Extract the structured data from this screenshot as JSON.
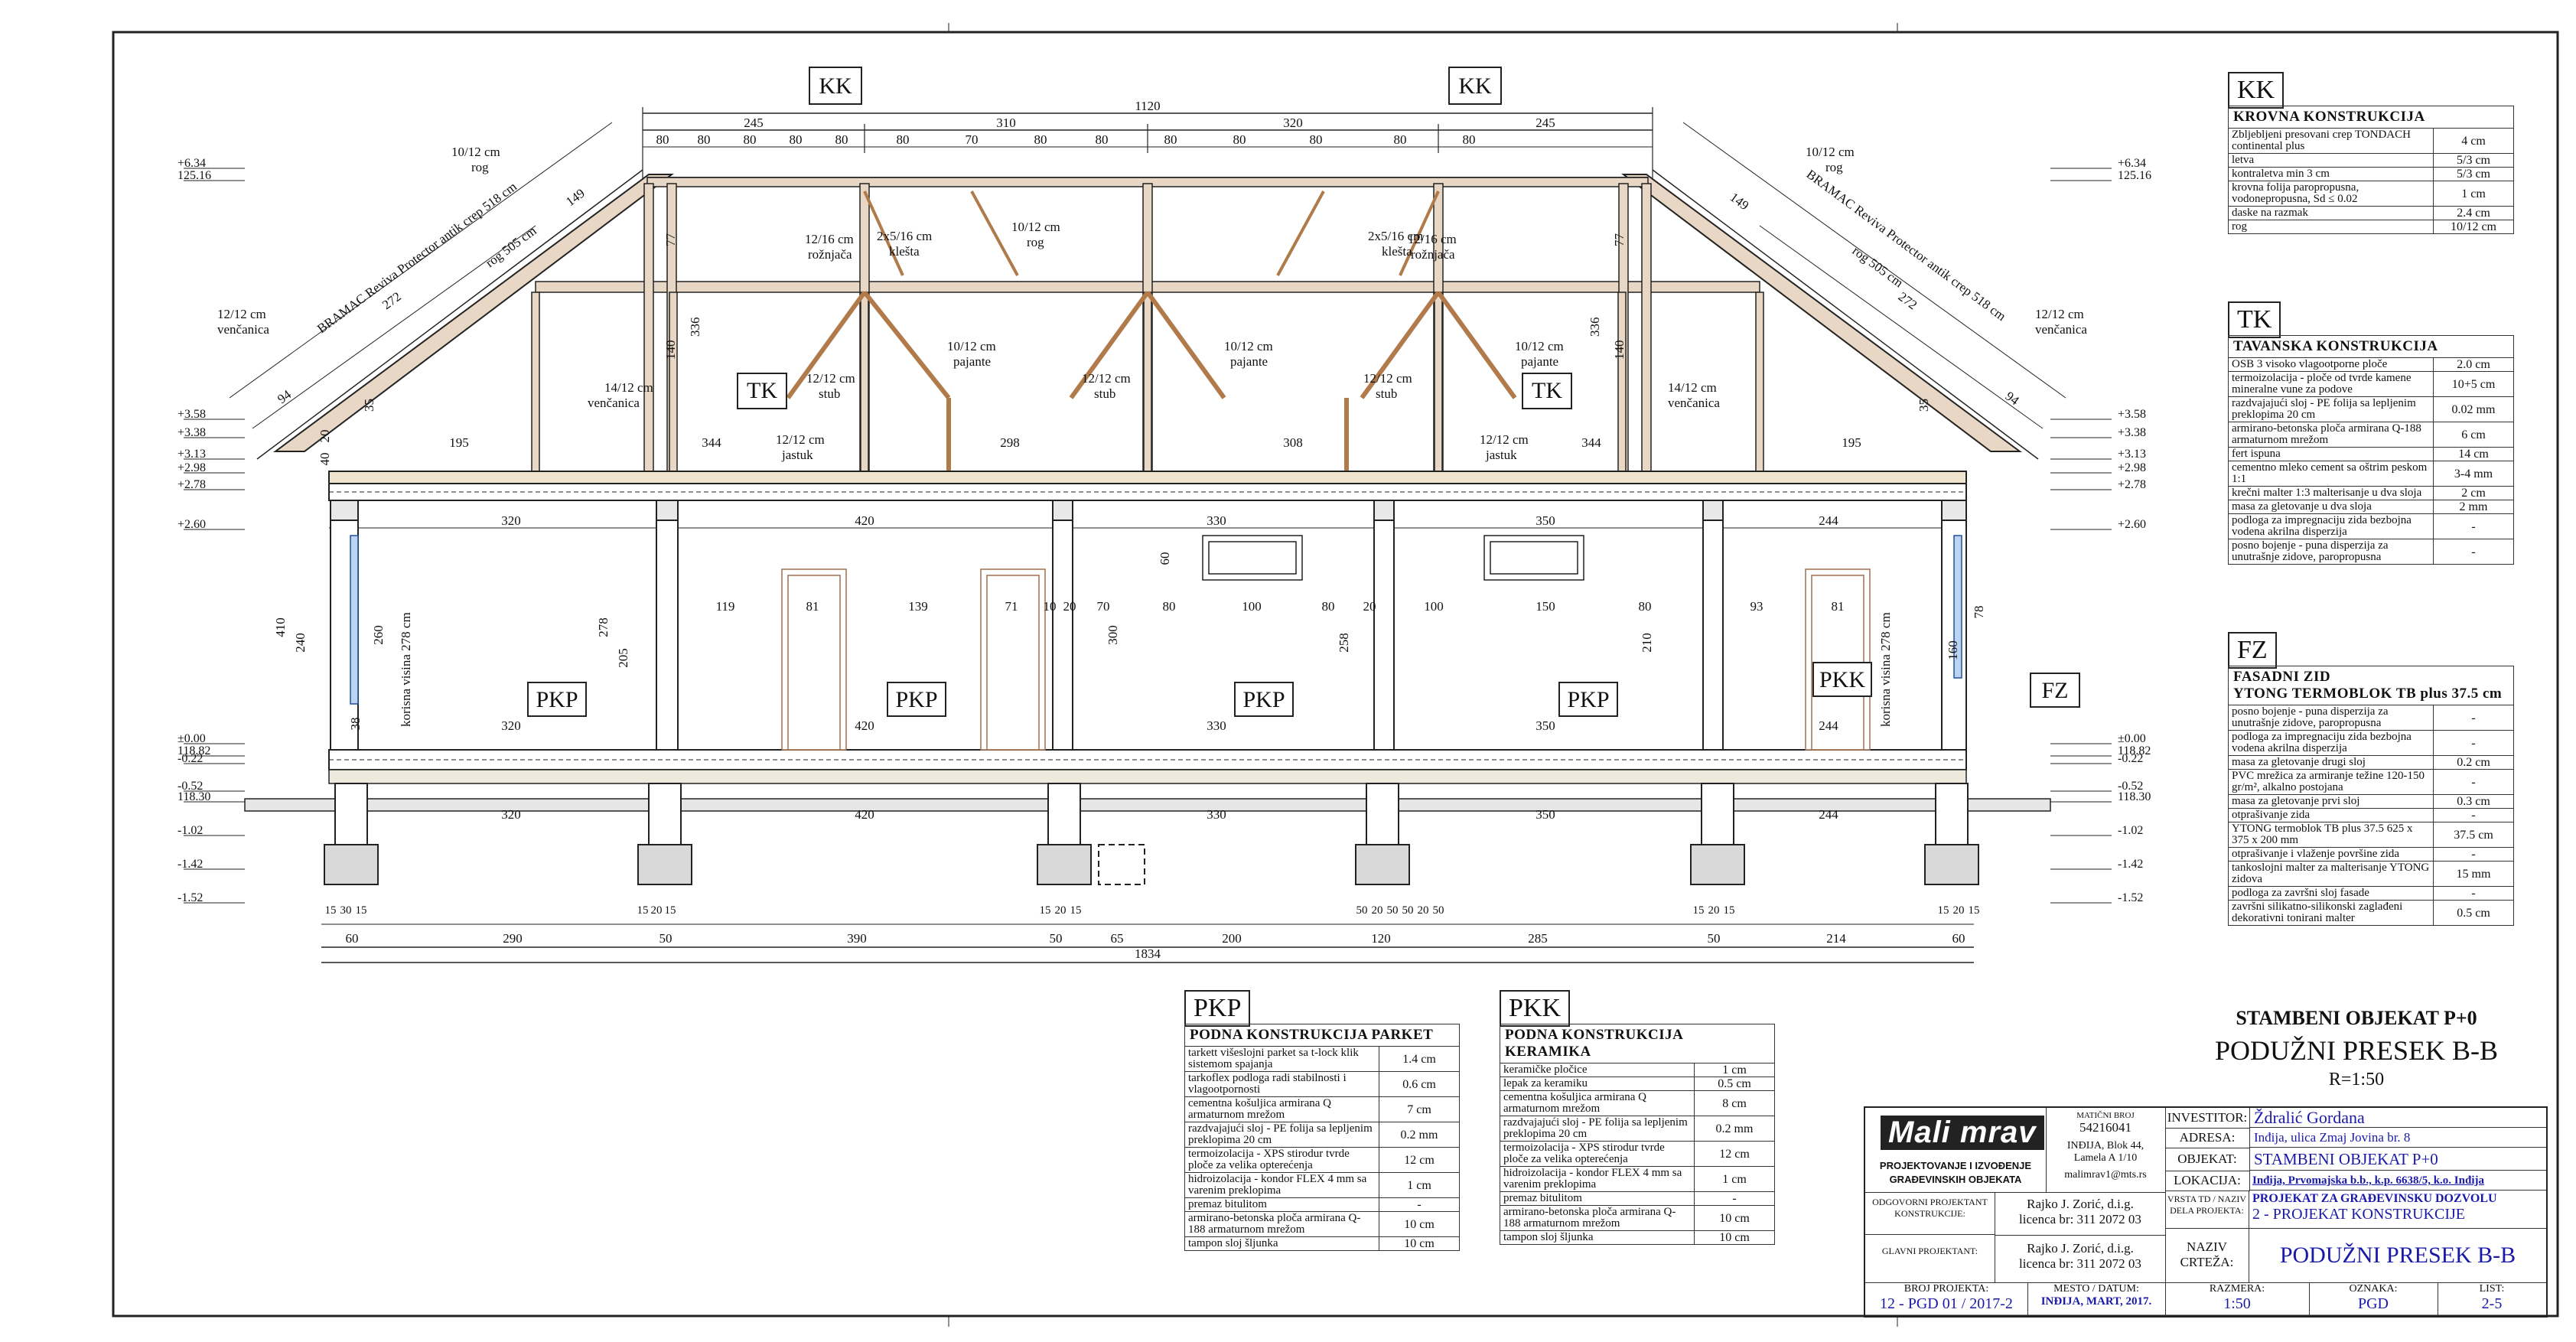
{
  "drawing": {
    "top_dimensions": {
      "total": "1120",
      "spans": [
        "245",
        "310",
        "320",
        "245"
      ],
      "sub": [
        "80",
        "80",
        "80",
        "80",
        "80",
        "80",
        "70",
        "80",
        "80",
        "80",
        "80",
        "80",
        "80",
        "80"
      ]
    },
    "bottom_dimensions": {
      "total": "1834",
      "spans": [
        "60",
        "290",
        "50",
        "390",
        "50",
        "65",
        "200",
        "120",
        "285",
        "50",
        "214",
        "60"
      ],
      "sub": [
        "15",
        "30",
        "15",
        "15",
        "20",
        "15",
        "15",
        "20",
        "15",
        "50",
        "20",
        "50",
        "50",
        "20",
        "50",
        "15",
        "20",
        "15",
        "15",
        "20",
        "15"
      ]
    },
    "tags": {
      "kk": "KK",
      "tk": "TK",
      "pkp": "PKP",
      "pkk": "PKK",
      "fz": "FZ"
    },
    "levels_left": [
      "+6.34",
      "125.16",
      "+3.58",
      "+3.38",
      "+3.13",
      "+2.98",
      "+2.78",
      "+2.60",
      "±0.00",
      "118.82",
      "-0.22",
      "-0.52",
      "118.30",
      "-1.02",
      "-1.42",
      "-1.52"
    ],
    "levels_right": [
      "+6.34",
      "125.16",
      "+3.58",
      "+3.38",
      "+3.13",
      "+2.98",
      "+2.78",
      "+2.60",
      "±0.00",
      "118.82",
      "-0.22",
      "-0.52",
      "118.30",
      "-1.02",
      "-1.42",
      "-1.52"
    ],
    "roof_labels": {
      "bramac_left": "BRAMAC Reviva Protector antik crep 518 cm",
      "rog_left": "rog 505 cm",
      "len272": "272",
      "len149": "149",
      "len94": "94",
      "bramac_right": "BRAMAC Reviva Protector antik crep 518 cm",
      "rog_right": "rog 505 cm",
      "rog_top": "10/12 cm",
      "rog_word": "rog",
      "vencanica_top": "12/12 cm",
      "vencanica_word": "venčanica",
      "vencanica_mid": "14/12 cm",
      "roznjaca": "12/16 cm",
      "roznjaca_word": "rožnjača",
      "klesta": "2x5/16 cm",
      "klesta_word": "klešta",
      "pajante": "10/12 cm",
      "pajante_word": "pajante",
      "stub": "12/12 cm",
      "stub_word": "stub",
      "jastuk": "12/12 cm",
      "jastuk_word": "jastuk",
      "h77": "77",
      "h140": "140",
      "h336": "336",
      "h35": "35"
    },
    "room_dims_row1": [
      "195",
      "344",
      "298",
      "308",
      "344",
      "195"
    ],
    "room_dims_row2": [
      "320",
      "420",
      "330",
      "350",
      "244"
    ],
    "room_dims_row3": [
      "320",
      "420",
      "330",
      "350",
      "244"
    ],
    "room_dims_row4": [
      "320",
      "420",
      "330",
      "350",
      "244"
    ],
    "door_dims": [
      "119",
      "81",
      "139",
      "71",
      "10",
      "20",
      "70",
      "80",
      "100",
      "80",
      "20",
      "100",
      "150",
      "80",
      "81",
      "93"
    ],
    "heights": [
      "410",
      "240",
      "260",
      "278",
      "205",
      "300",
      "258",
      "60",
      "210",
      "160",
      "78",
      "38",
      "20",
      "40"
    ],
    "korisna": "korisna visina 278 cm"
  },
  "legend_kk": {
    "code": "KK",
    "title": "KROVNA KONSTRUKCIJA",
    "rows": [
      {
        "label": "Zbljebljeni presovani crep TONDACH continental plus",
        "value": "4 cm"
      },
      {
        "label": "letva",
        "value": "5/3 cm"
      },
      {
        "label": "kontraletva min 3 cm",
        "value": "5/3 cm"
      },
      {
        "label": "krovna folija paropropusna, vodonepropusna, Sd ≤ 0.02",
        "value": "1 cm"
      },
      {
        "label": "daske na razmak",
        "value": "2.4 cm"
      },
      {
        "label": "rog",
        "value": "10/12 cm"
      }
    ]
  },
  "legend_tk": {
    "code": "TK",
    "title": "TAVANSKA KONSTRUKCIJA",
    "rows": [
      {
        "label": "OSB 3 visoko vlagootporne ploče",
        "value": "2.0 cm"
      },
      {
        "label": "termoizolacija - ploče od tvrde kamene mineralne vune za podove",
        "value": "10+5 cm"
      },
      {
        "label": "razdvajajući sloj - PE folija sa lepljenim preklopima 20 cm",
        "value": "0.02 mm"
      },
      {
        "label": "armirano-betonska ploča armirana Q-188 armaturnom mrežom",
        "value": "6 cm"
      },
      {
        "label": "fert ispuna",
        "value": "14 cm"
      },
      {
        "label": "cementno mleko cement sa oštrim peskom 1:1",
        "value": "3-4 mm"
      },
      {
        "label": "krečni malter 1:3 malterisanje u dva sloja",
        "value": "2 cm"
      },
      {
        "label": "masa za gletovanje u dva sloja",
        "value": "2 mm"
      },
      {
        "label": "podloga za impregnaciju zida bezbojna vodena akrilna disperzija",
        "value": "-"
      },
      {
        "label": "posno bojenje - puna disperzija za unutrašnje zidove, paropropusna",
        "value": "-"
      }
    ]
  },
  "legend_fz": {
    "code": "FZ",
    "title": "FASADNI ZID",
    "subtitle": "YTONG TERMOBLOK TB plus 37.5 cm",
    "rows": [
      {
        "label": "posno bojenje - puna disperzija za unutrašnje zidove, paropropusna",
        "value": "-"
      },
      {
        "label": "podloga za impregnaciju zida bezbojna vodena akrilna disperzija",
        "value": "-"
      },
      {
        "label": "masa za gletovanje drugi sloj",
        "value": "0.2 cm"
      },
      {
        "label": "PVC mrežica za armiranje težine 120-150 gr/m², alkalno postojana",
        "value": "-"
      },
      {
        "label": "masa za gletovanje prvi sloj",
        "value": "0.3 cm"
      },
      {
        "label": "otprašivanje zida",
        "value": "-"
      },
      {
        "label": "YTONG termoblok TB plus 37.5 625 x 375 x 200 mm",
        "value": "37.5 cm"
      },
      {
        "label": "otprašivanje i vlaženje površine zida",
        "value": "-"
      },
      {
        "label": "tankoslojni malter za malterisanje YTONG zidova",
        "value": "15 mm"
      },
      {
        "label": "podloga za završni sloj fasade",
        "value": "-"
      },
      {
        "label": "završni silikatno-silikonski zaglađeni dekorativni tonirani malter",
        "value": "0.5 cm"
      }
    ]
  },
  "legend_pkp": {
    "code": "PKP",
    "title": "PODNA KONSTRUKCIJA PARKET",
    "rows": [
      {
        "label": "tarkett višeslojni parket sa t-lock klik sistemom spajanja",
        "value": "1.4 cm"
      },
      {
        "label": "tarkoflex podloga radi stabilnosti i vlagootpornosti",
        "value": "0.6 cm"
      },
      {
        "label": "cementna košuljica armirana Q armaturnom mrežom",
        "value": "7 cm"
      },
      {
        "label": "razdvajajući sloj - PE folija sa lepljenim preklopima 20 cm",
        "value": "0.2 mm"
      },
      {
        "label": "termoizolacija - XPS stirodur tvrde ploče za velika opterećenja",
        "value": "12 cm"
      },
      {
        "label": "hidroizolacija - kondor FLEX 4 mm sa varenim preklopima",
        "value": "1 cm"
      },
      {
        "label": "premaz bitulitom",
        "value": "-"
      },
      {
        "label": "armirano-betonska ploča armirana Q-188 armaturnom mrežom",
        "value": "10 cm"
      },
      {
        "label": "tampon sloj šljunka",
        "value": "10 cm"
      }
    ]
  },
  "legend_pkk": {
    "code": "PKK",
    "title": "PODNA KONSTRUKCIJA KERAMIKA",
    "rows": [
      {
        "label": "keramičke pločice",
        "value": "1 cm"
      },
      {
        "label": "lepak za keramiku",
        "value": "0.5 cm"
      },
      {
        "label": "cementna košuljica armirana Q armaturnom mrežom",
        "value": "8 cm"
      },
      {
        "label": "razdvajajući sloj - PE folija sa lepljenim preklopima 20 cm",
        "value": "0.2 mm"
      },
      {
        "label": "termoizolacija - XPS stirodur tvrde ploče za velika opterećenja",
        "value": "12 cm"
      },
      {
        "label": "hidroizolacija - kondor FLEX 4 mm sa varenim preklopima",
        "value": "1 cm"
      },
      {
        "label": "premaz bitulitom",
        "value": "-"
      },
      {
        "label": "armirano-betonska ploča armirana Q-188 armaturnom mrežom",
        "value": "10 cm"
      },
      {
        "label": "tampon sloj šljunka",
        "value": "10 cm"
      }
    ]
  },
  "sheet_title": {
    "object": "STAMBENI OBJEKAT P+0",
    "name": "PODUŽNI PRESEK B-B",
    "scale": "R=1:50"
  },
  "title_block": {
    "logo": "Mali mrav",
    "company_line1": "PROJEKTOVANJE I IZVOĐENJE",
    "company_line2": "GRAĐEVINSKIH OBJEKATA",
    "maticni_label": "MATIČNI BROJ",
    "maticni": "54216041",
    "address1": "INĐIJA, Blok 44,",
    "address2": "Lamela A 1/10",
    "email": "malimrav1@mts.rs",
    "odgovorni_label": "ODGOVORNI PROJEKTANT KONSTRUKCIJE:",
    "odgovorni_name": "Rajko J. Zorić, d.i.g.",
    "odgovorni_lic": "licenca br: 311 2072 03",
    "glavni_label": "GLAVNI PROJEKTANT:",
    "glavni_name": "Rajko J. Zorić, d.i.g.",
    "glavni_lic": "licenca br: 311 2072 03",
    "investitor_label": "INVESTITOR:",
    "investitor": "Ždralić Gordana",
    "adresa_label": "ADRESA:",
    "adresa": "Inđija, ulica Zmaj Jovina br. 8",
    "objekat_label": "OBJEKAT:",
    "objekat": "STAMBENI OBJEKAT P+0",
    "lokacija_label": "LOKACIJA:",
    "lokacija": "Inđija, Prvomajska b.b., k.p. 6638/5, k.o. Inđija",
    "vrsta_label": "VRSTA TD / NAZIV DELA PROJEKTA:",
    "vrsta1": "PROJEKAT ZA GRAĐEVINSKU DOZVOLU",
    "vrsta2": "2 - PROJEKAT KONSTRUKCIJE",
    "naziv_label": "NAZIV CRTEŽA:",
    "naziv": "PODUŽNI PRESEK B-B",
    "broj_label": "BROJ PROJEKTA:",
    "broj": "12 - PGD 01 / 2017-2",
    "mesto_label": "MESTO / DATUM:",
    "mesto": "INĐIJA, MART, 2017.",
    "razmera_label": "RAZMERA:",
    "razmera": "1:50",
    "oznaka_label": "OZNAKA:",
    "oznaka": "PGD",
    "list_label": "LIST:",
    "list": "2-5"
  }
}
